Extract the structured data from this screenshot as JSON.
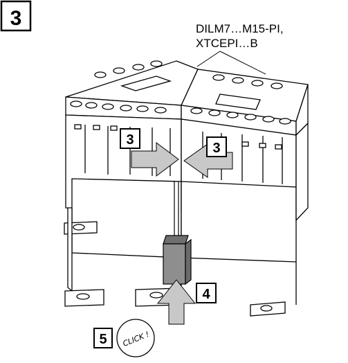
{
  "figure": {
    "step_number": "3",
    "part_label_line1": "DILM7…M15-PI,",
    "part_label_line2": "XTCEPI…B",
    "callouts": {
      "push_left": "3",
      "push_right": "3",
      "push_up": "4",
      "click": "5"
    },
    "click_text": "CLICK !"
  },
  "colors": {
    "line": "#000000",
    "arrow_fill": "#c8c8c8",
    "link_module": "#8e8e8e"
  }
}
